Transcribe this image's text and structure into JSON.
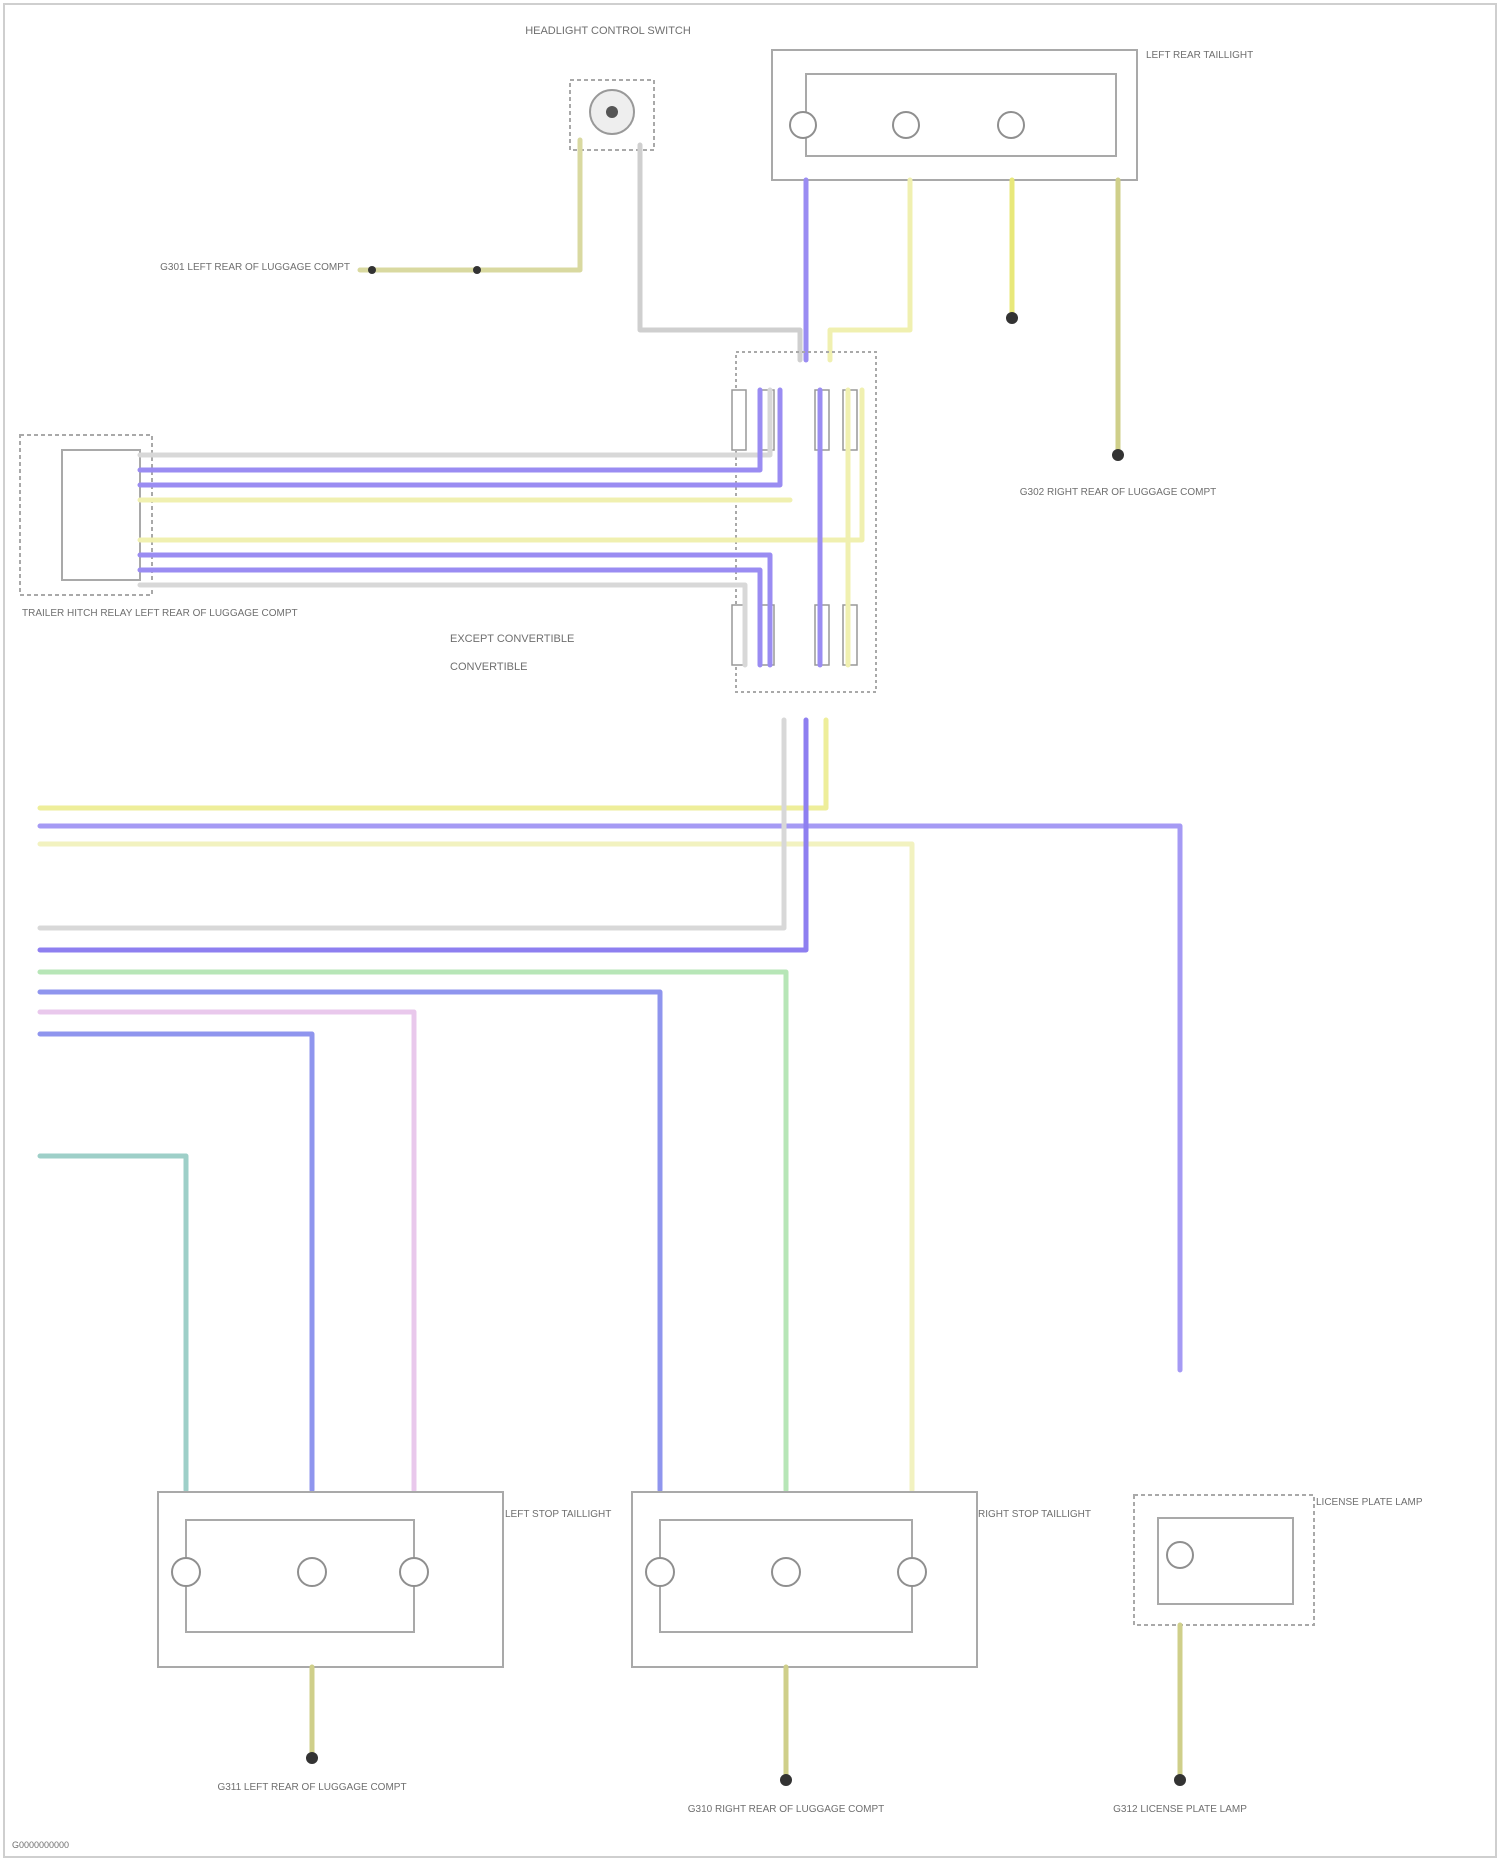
{
  "colors": {
    "violet": "#8e7ff0",
    "violet_light": "#b7aef7",
    "yellow": "#eeee9a",
    "yellow_light": "#f2f2c0",
    "gray": "#cfcfcf",
    "green": "#b7e6b7",
    "teal": "#9ecfc8",
    "blue": "#8f95ee",
    "pink": "#e9c8ec",
    "olive": "#cfcf8a"
  },
  "icons": {
    "lamp": "lamp-icon",
    "ground": "ground-icon",
    "connector": "connector-pin-icon"
  },
  "labels": {
    "switch_title": "HEADLIGHT CONTROL SWITCH",
    "left_tail_title": "LEFT REAR TAILLIGHT",
    "right_tail_title": "RIGHT REAR TAILLIGHT",
    "plate_title": "LICENSE PLATE LAMP",
    "relay_title": "TRAILER HITCH RELAY LEFT REAR OF LUGGAGE COMPT",
    "left_stop_title": "LEFT STOP TAILLIGHT",
    "right_stop_title": "RIGHT STOP TAILLIGHT",
    "ground_left": "G311 LEFT REAR OF LUGGAGE COMPT",
    "ground_mid": "G310 RIGHT REAR OF LUGGAGE COMPT",
    "ground_right": "G312 LICENSE PLATE LAMP",
    "ground_top": "G301 LEFT REAR OF LUGGAGE COMPT",
    "ground_top_right": "G302 RIGHT REAR OF LUGGAGE COMPT",
    "note_1": "EXCEPT CONVERTIBLE",
    "note_2": "CONVERTIBLE",
    "footer": "G0000000000"
  }
}
